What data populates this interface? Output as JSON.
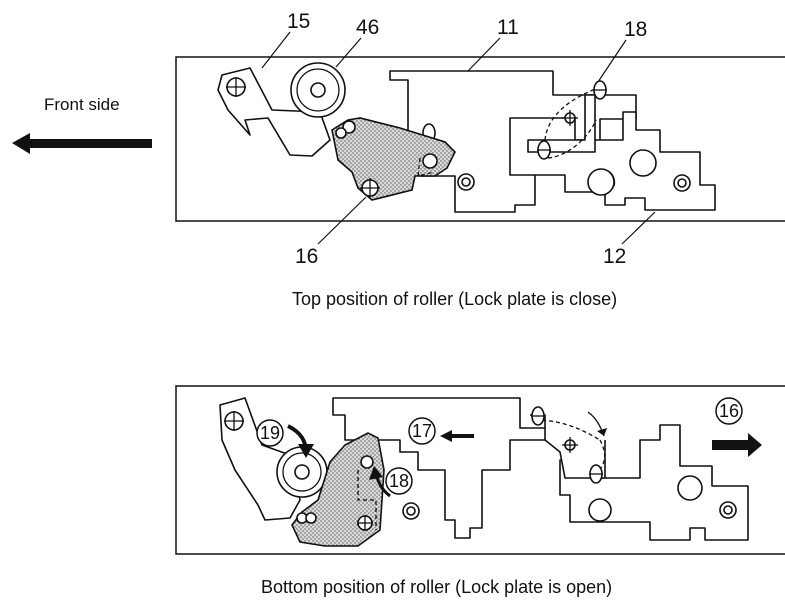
{
  "front_side_label": "Front side",
  "top_figure": {
    "callouts": {
      "c15": "15",
      "c46": "46",
      "c11": "11",
      "c18": "18",
      "c16": "16",
      "c12": "12"
    },
    "caption": "Top position of roller (Lock plate is close)"
  },
  "bottom_figure": {
    "circled_labels": {
      "c19": "19",
      "c17": "17",
      "c18": "18",
      "c16": "16"
    },
    "caption": "Bottom position of roller (Lock plate is open)"
  },
  "colors": {
    "ink": "#111111",
    "background": "#ffffff",
    "lock_plate_fill": "#bdbdbd"
  }
}
